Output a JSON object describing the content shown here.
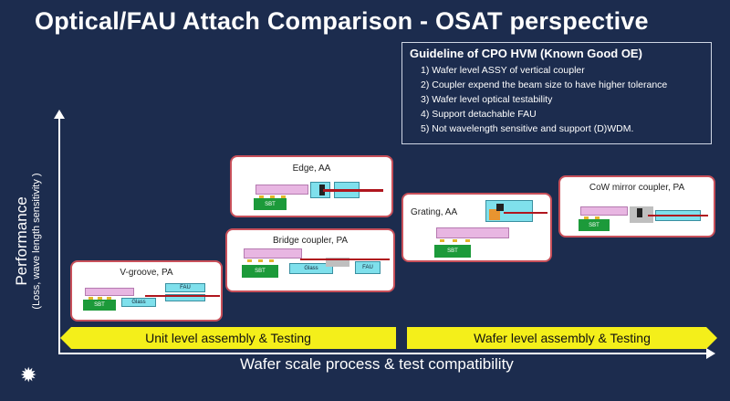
{
  "title": "Optical/FAU Attach Comparison - OSAT perspective",
  "guideline": {
    "heading": "Guideline of CPO HVM (Known Good OE)",
    "items": [
      "1) Wafer level ASSY of vertical coupler",
      "2) Coupler expend the beam size to have higher tolerance",
      "3) Wafer level optical testability",
      "4) Support detachable FAU",
      "5) Not wavelength sensitive and support (D)WDM."
    ]
  },
  "axes": {
    "y_label": "Performance",
    "y_sublabel": "(Loss, wave length sensitivity )",
    "x_label": "Wafer scale process & test compatibility"
  },
  "bands": {
    "unit": "Unit level  assembly  & Testing",
    "wafer": "Wafer level  assembly  & Testing"
  },
  "cards": {
    "vgroove": {
      "title": "V-groove, PA",
      "sbt": "SBT",
      "glass": "Glass",
      "fau": "FAU"
    },
    "edge": {
      "title": "Edge, AA",
      "sbt": "SBT"
    },
    "bridge": {
      "title": "Bridge coupler, PA",
      "sbt": "SBT",
      "glass": "Glass",
      "fau": "FAU"
    },
    "grating": {
      "title": "Grating, AA",
      "sbt": "SBT"
    },
    "cow": {
      "title": "CoW mirror coupler, PA",
      "sbt": "SBT"
    }
  },
  "colors": {
    "background": "#1c2c4e",
    "band": "#f4ef1a",
    "card_border": "#c8505a",
    "substrate": "#1c9a3a"
  }
}
